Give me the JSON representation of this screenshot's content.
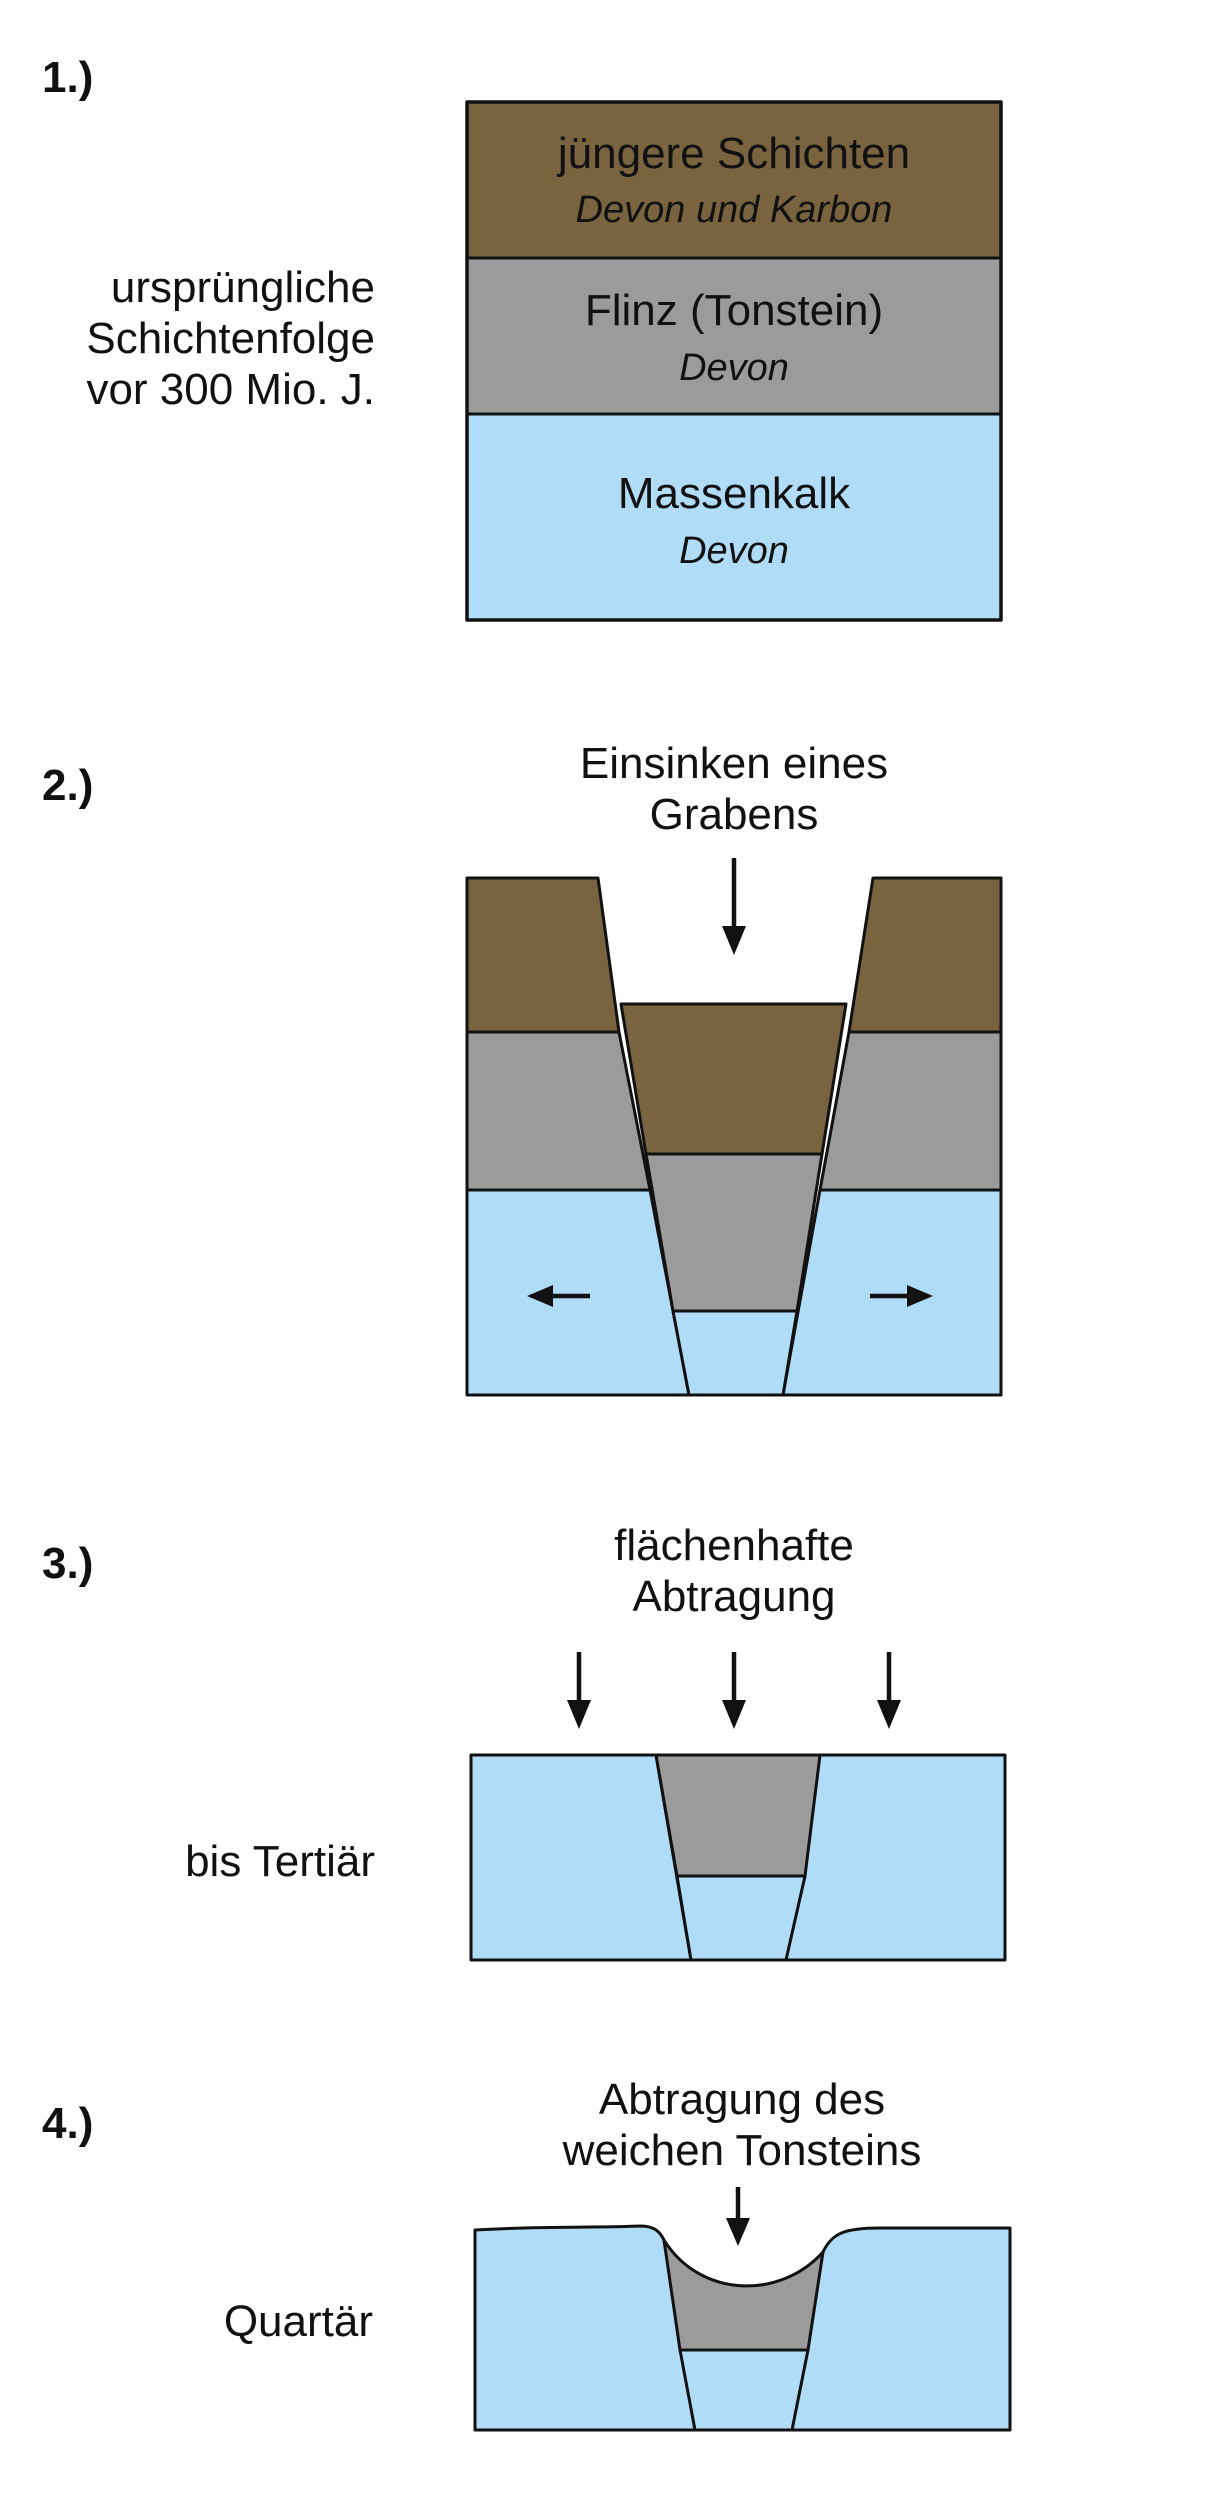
{
  "steps": [
    {
      "number": "1.)",
      "side_label": [
        "ursprüngliche",
        "Schichtenfolge",
        "vor 300 Mio. J."
      ],
      "layers": [
        {
          "name": "jüngere Schichten",
          "age": "Devon und Karbon"
        },
        {
          "name": "Flinz (Tonstein)",
          "age": "Devon"
        },
        {
          "name": "Massenkalk",
          "age": "Devon"
        }
      ]
    },
    {
      "number": "2.)",
      "heading": [
        "Einsinken eines",
        "Grabens"
      ]
    },
    {
      "number": "3.)",
      "heading": [
        "flächenhafte",
        "Abtragung"
      ],
      "side_label": "bis Tertiär"
    },
    {
      "number": "4.)",
      "heading": [
        "Abtragung des",
        "weichen Tonsteins"
      ],
      "side_label": "Quartär"
    }
  ],
  "colors": {
    "younger_layers": "#7a6440",
    "flinz": "#9b9b9b",
    "massenkalk": "#b1dcf7",
    "outline": "#111111"
  },
  "icons": [
    "arrow-down-icon",
    "arrow-left-icon",
    "arrow-right-icon"
  ]
}
